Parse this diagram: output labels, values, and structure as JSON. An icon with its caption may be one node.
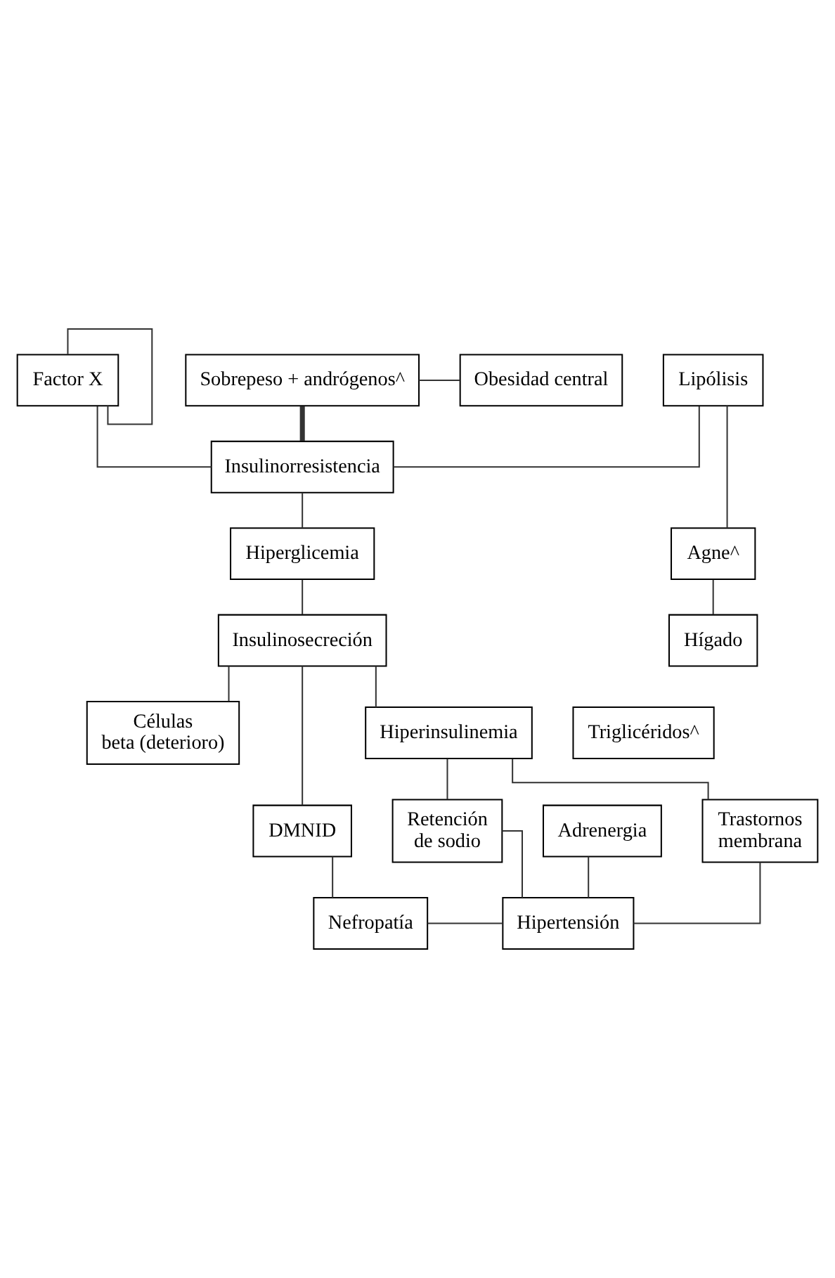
{
  "diagram": {
    "nodes": [
      {
        "text": [
          "Sobrepeso + andrógenos^"
        ]
      },
      {
        "text": [
          "Obesidad central"
        ]
      },
      {
        "text": [
          "Factor X"
        ]
      },
      {
        "text": [
          "Lipólisis"
        ]
      },
      {
        "text": [
          "Insulinorresistencia"
        ]
      },
      {
        "text": [
          "Hiperglicemia"
        ]
      },
      {
        "text": [
          "Agne^"
        ]
      },
      {
        "text": [
          "Insulinosecreción"
        ]
      },
      {
        "text": [
          "Hígado"
        ]
      },
      {
        "text": [
          "Células beta (deterioro)"
        ]
      },
      {
        "text": [
          "Triglicéridos^"
        ]
      },
      {
        "text": [
          "Hiperinsulinemia"
        ]
      },
      {
        "text": [
          "Adrenergia"
        ]
      },
      {
        "text": [
          "Trastornos membrana"
        ]
      },
      {
        "text": [
          "Retención de sodio"
        ]
      },
      {
        "text": [
          "DMNID"
        ]
      },
      {
        "text": [
          "Nefropatía"
        ]
      },
      {
        "text": [
          "Hipertensión"
        ]
      }
    ],
    "edges": [
      {
        "from": 0,
        "to": 1,
        "arrow": "none"
      },
      {
        "from": 0,
        "to": 4,
        "arrow": "none",
        "style": "thick"
      },
      {
        "from": 2,
        "to": 4,
        "arrow": "none"
      },
      {
        "from": 2,
        "to": 2,
        "arrow": "none"
      },
      {
        "from": 3,
        "to": 4,
        "arrow": "none"
      },
      {
        "from": 3,
        "to": 6,
        "arrow": "none"
      },
      {
        "from": 6,
        "to": 8,
        "arrow": "none"
      },
      {
        "from": 4,
        "to": 5,
        "arrow": "none"
      },
      {
        "from": 5,
        "to": 7,
        "arrow": "none"
      },
      {
        "from": 7,
        "to": 9,
        "arrow": "none"
      },
      {
        "from": 7,
        "to": 15,
        "arrow": "none"
      },
      {
        "from": 7,
        "to": 11,
        "arrow": "none"
      },
      {
        "from": 11,
        "to": 14,
        "arrow": "none"
      },
      {
        "from": 11,
        "to": 13,
        "arrow": "none"
      },
      {
        "from": 13,
        "to": 17,
        "arrow": "none"
      },
      {
        "from": 12,
        "to": 17,
        "arrow": "none"
      },
      {
        "from": 15,
        "to": 16,
        "arrow": "none"
      },
      {
        "from": 16,
        "to": 17,
        "arrow": "none"
      },
      {
        "from": 17,
        "to": 14,
        "arrow": "none"
      }
    ]
  }
}
